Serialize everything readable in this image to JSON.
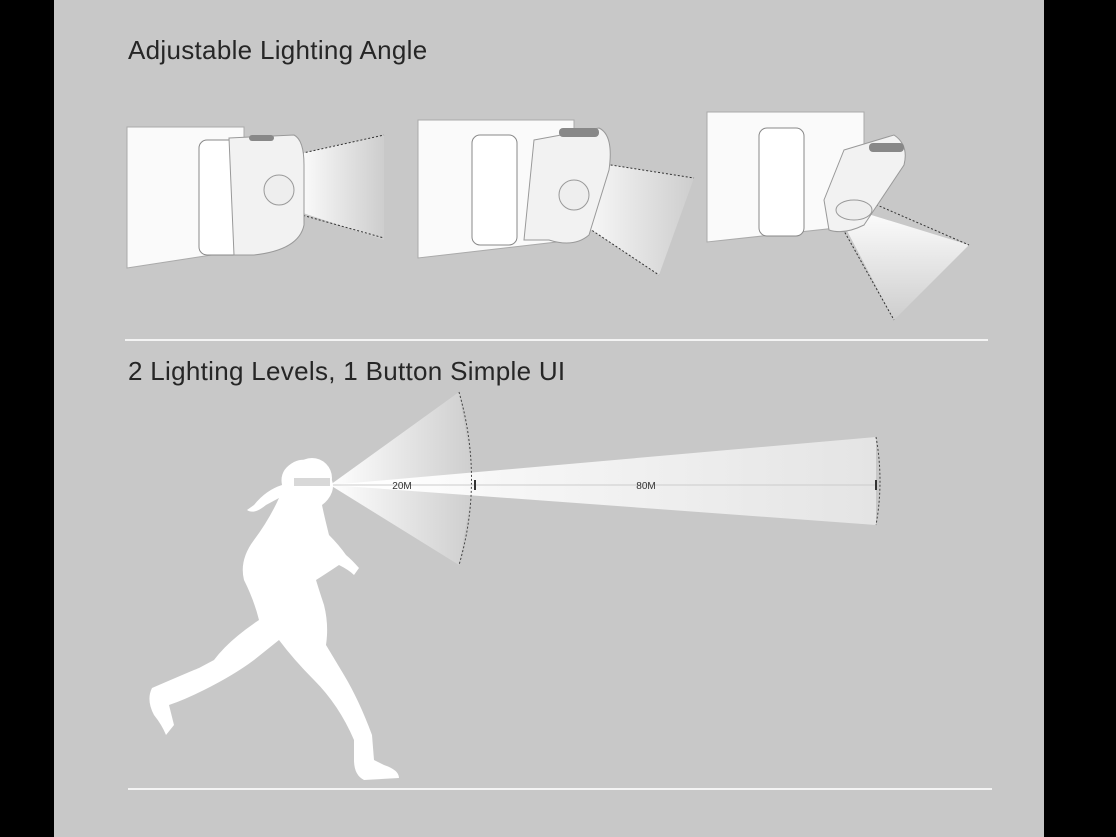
{
  "section1": {
    "title": "Adjustable Lighting Angle"
  },
  "section2": {
    "title": "2 Lighting Levels, 1 Button Simple UI"
  },
  "beams": {
    "near_label": "20M",
    "far_label": "80M"
  },
  "colors": {
    "background": "#c8c8c8",
    "frame": "#000000",
    "text": "#262626"
  }
}
